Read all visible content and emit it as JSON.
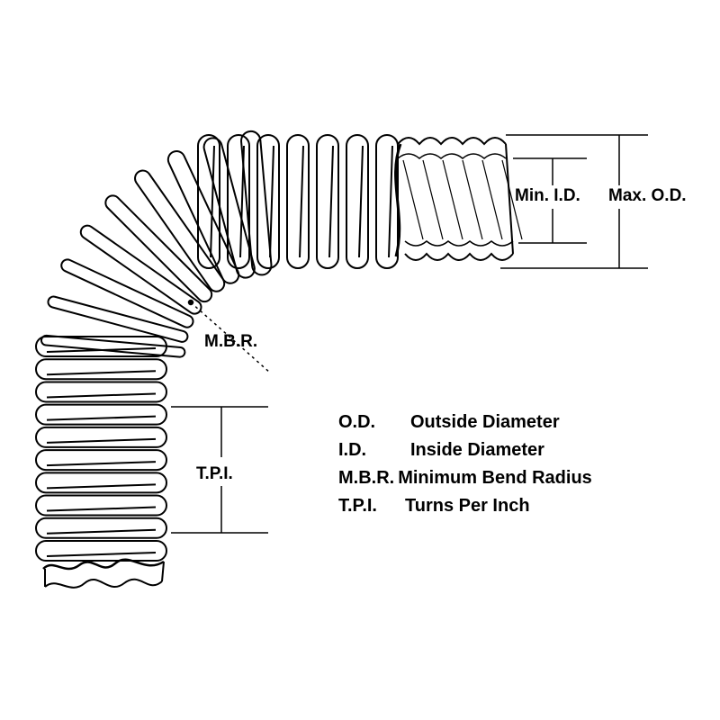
{
  "labels": {
    "min_id": "Min. I.D.",
    "max_od": "Max. O.D.",
    "mbr": "M.B.R.",
    "tpi": "T.P.I."
  },
  "legend": [
    {
      "abbr": "O.D.",
      "definition": "Outside Diameter"
    },
    {
      "abbr": "I.D.",
      "definition": "Inside Diameter"
    },
    {
      "abbr": "M.B.R.",
      "definition": "Minimum Bend Radius"
    },
    {
      "abbr": "T.P.I.",
      "definition": "Turns Per Inch"
    }
  ],
  "colors": {
    "ink": "#000000",
    "paper": "#ffffff"
  }
}
